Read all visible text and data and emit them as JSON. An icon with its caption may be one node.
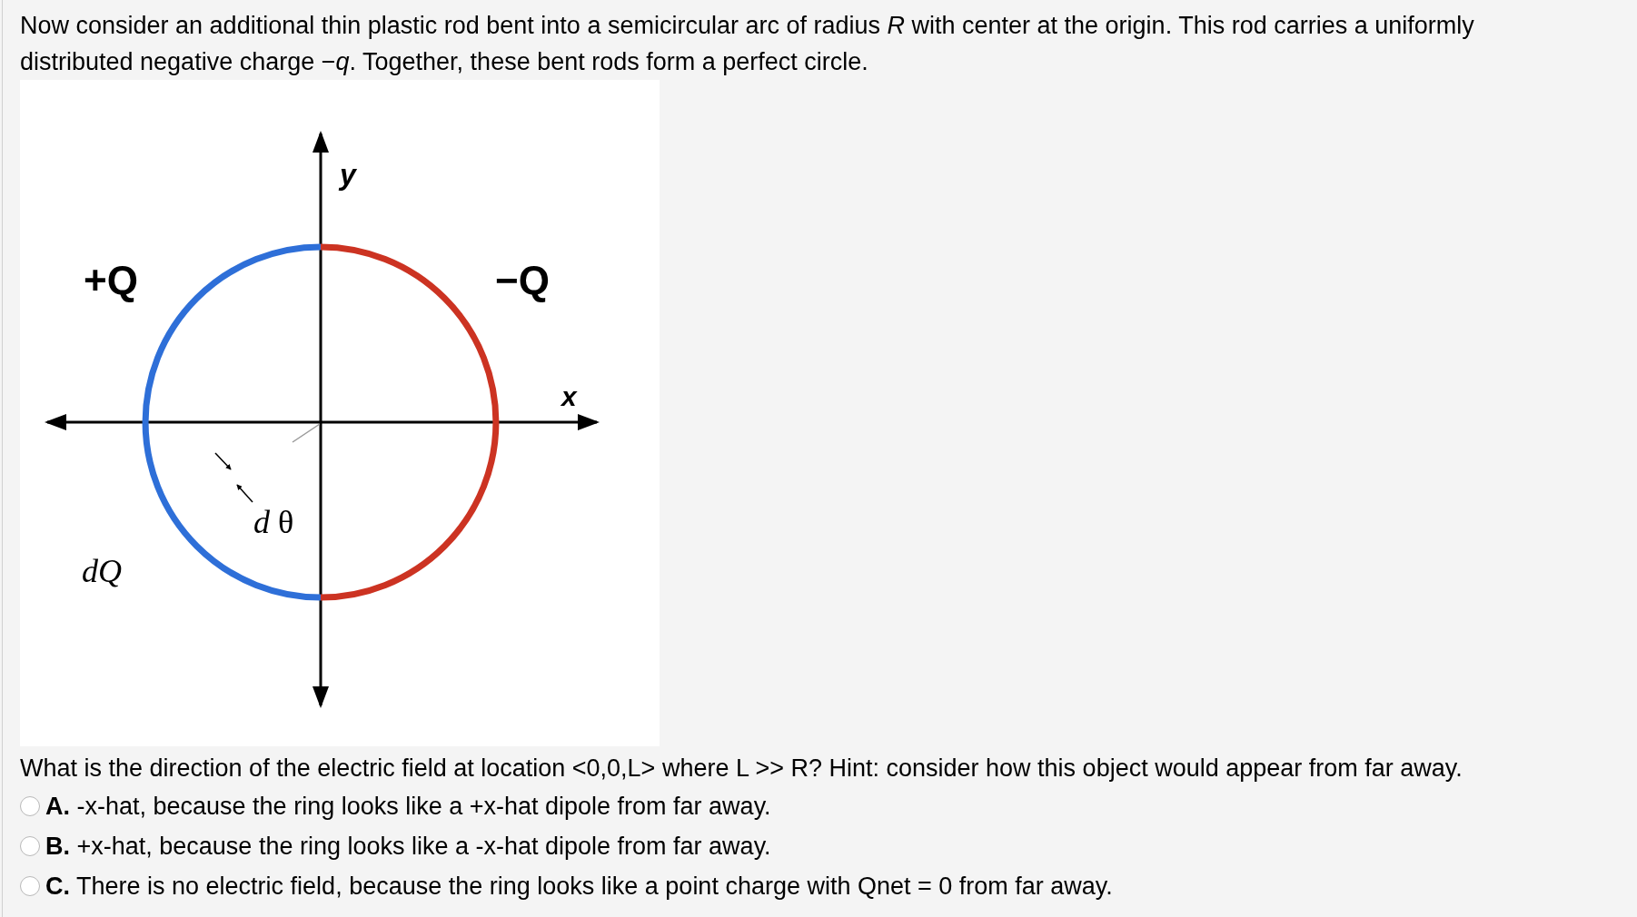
{
  "diagram": {
    "labels": [
      "Now consider an additional thin plastic rod bent into a semicircular arc of radius *R* with center at the origin. This rod carries a uniformly distributed negative charge −*q*. Together, these bent rods form a perfect circle.",
      "y",
      "+Q",
      "−Q",
      "x",
      "*d* θ",
      "dQ",
      "What is the direction of the electric field at location <0,0,L> where L >> R? Hint: consider how this object would appear from far away.",
      "**A.** -x-hat, because the ring looks like a +x-hat dipole from far away.",
      "**B.** +x-hat, because the ring looks like a -x-hat dipole from far away.",
      "**C.** There is no electric field, because the ring looks like a point charge with Qnet = 0 from far away."
    ]
  }
}
